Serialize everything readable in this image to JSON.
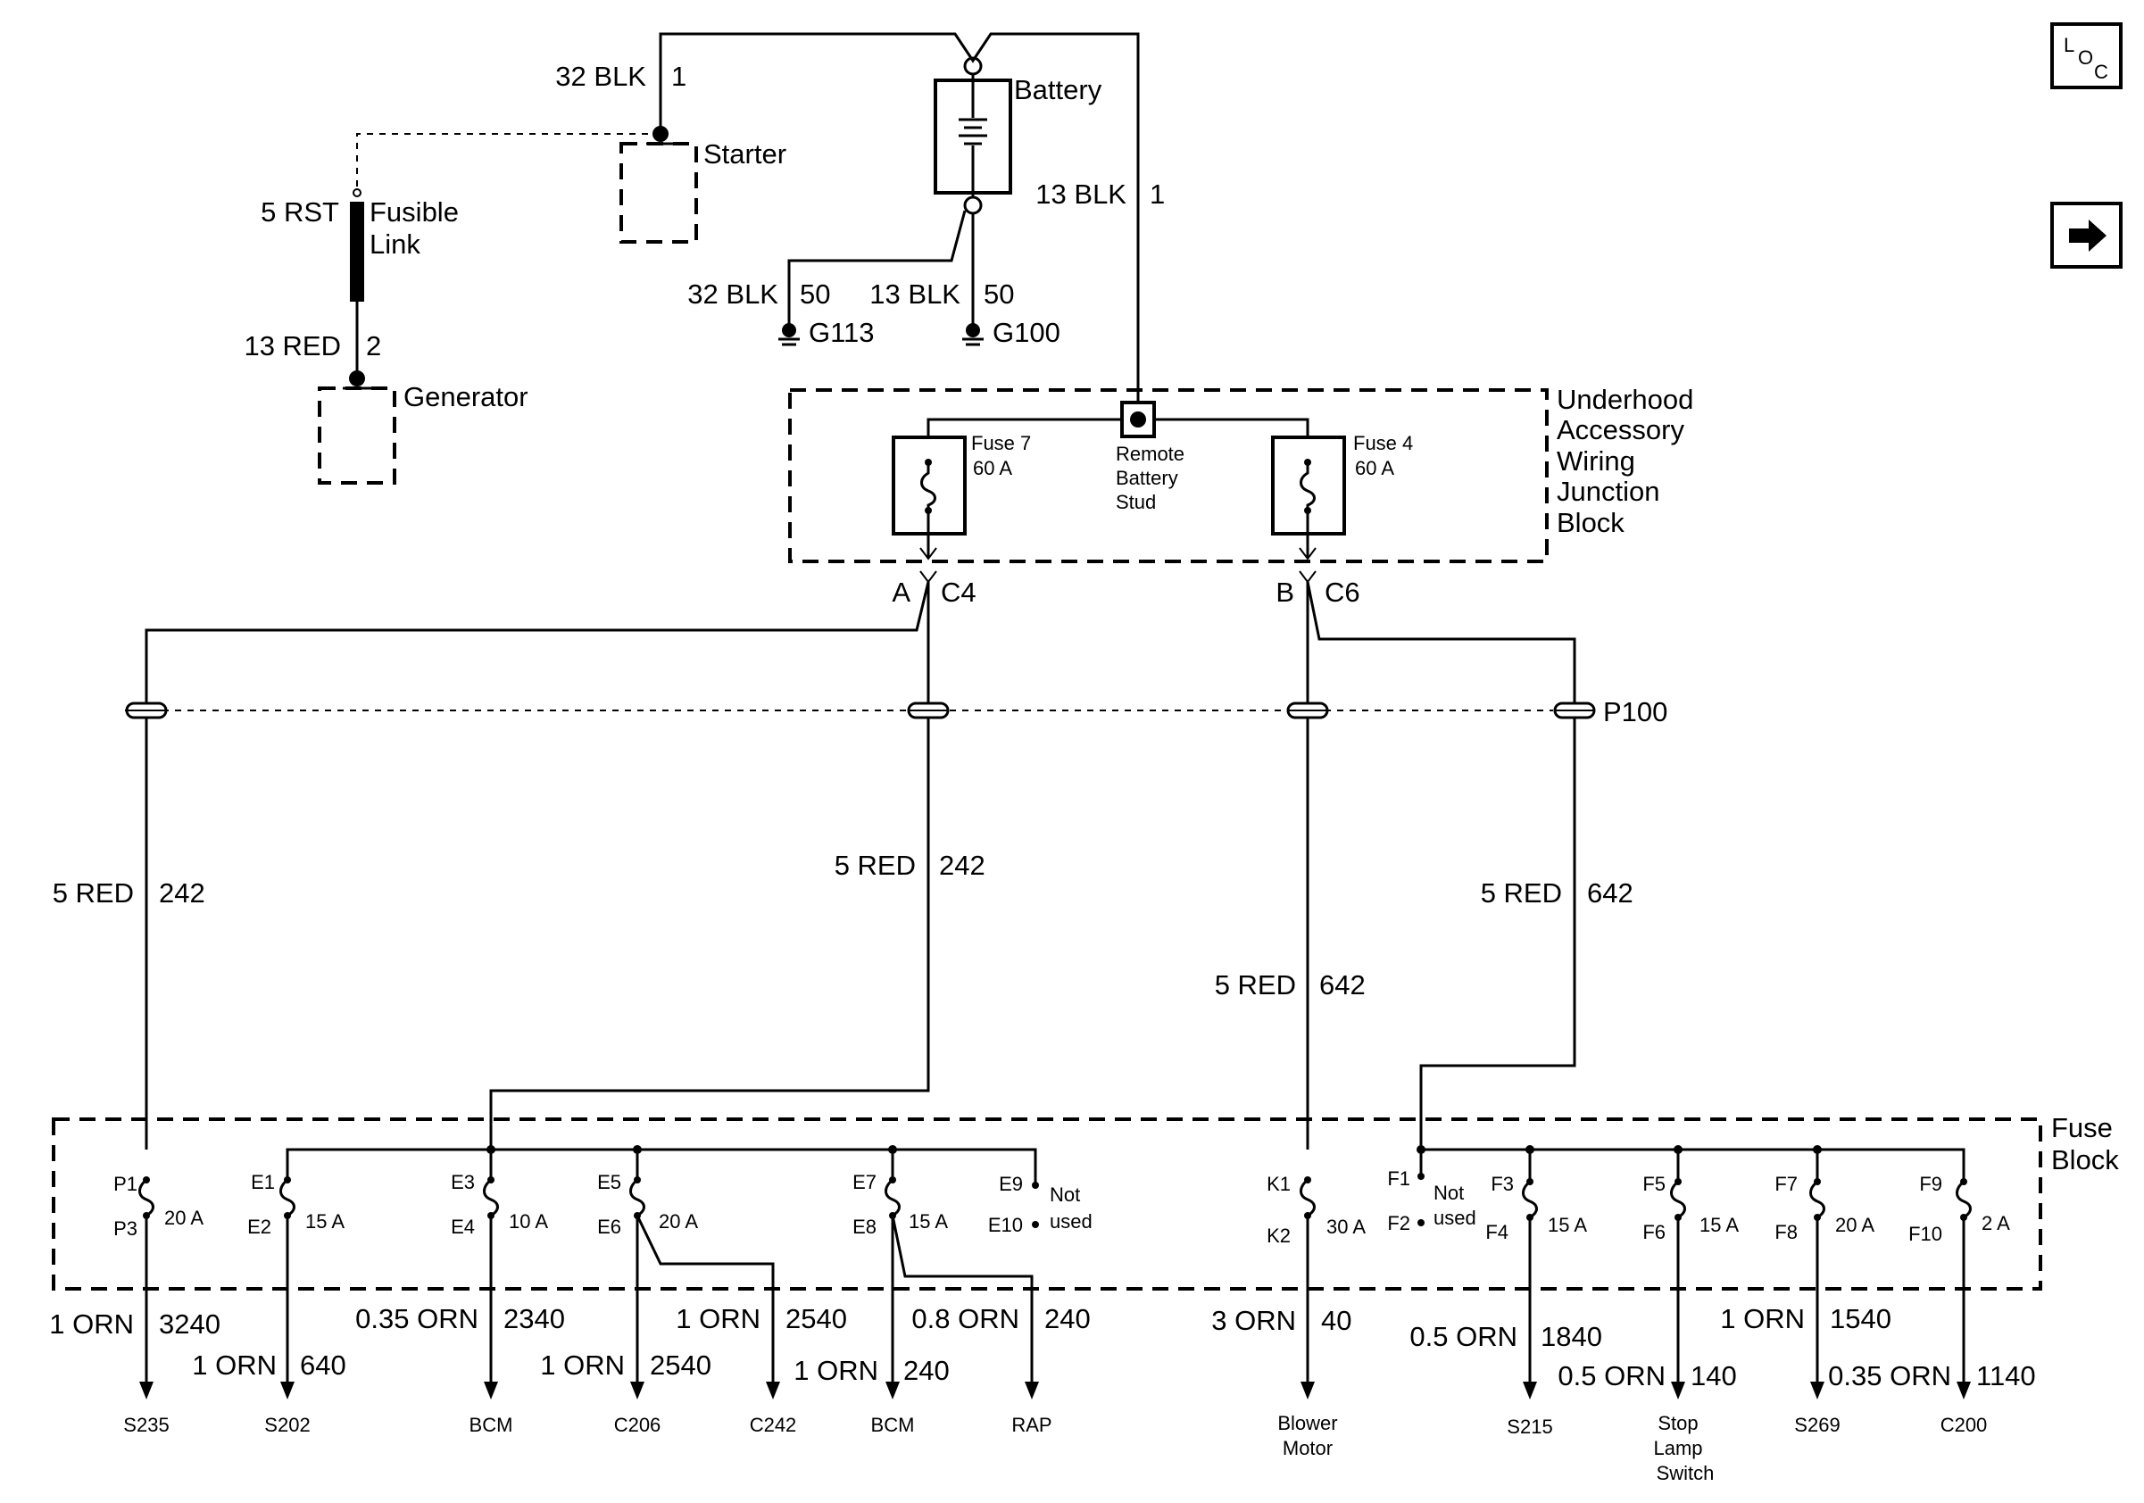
{
  "battery": {
    "label": "Battery"
  },
  "starter": {
    "label": "Starter"
  },
  "generator": {
    "label": "Generator"
  },
  "fusible_link": {
    "line1": "Fusible",
    "line2": "Link",
    "wire": "5 RST"
  },
  "wires_top": {
    "starter_feed": {
      "wire": "32 BLK",
      "pin": "1"
    },
    "junction_feed": {
      "wire": "13 BLK",
      "pin": "1"
    },
    "gen_feed": {
      "wire": "13 RED",
      "pin": "2"
    },
    "g113_feed": {
      "wire": "32 BLK",
      "circuit": "50"
    },
    "g100_feed": {
      "wire": "13 BLK",
      "circuit": "50"
    }
  },
  "grounds": {
    "g113": "G113",
    "g100": "G100"
  },
  "junction_block": {
    "title": [
      "Underhood",
      "Accessory",
      "Wiring",
      "Junction",
      "Block"
    ],
    "fuse7": {
      "name": "Fuse 7",
      "rating": "60 A"
    },
    "fuse4": {
      "name": "Fuse 4",
      "rating": "60 A"
    },
    "stud": [
      "Remote",
      "Battery",
      "Stud"
    ]
  },
  "connectors": {
    "a": "A",
    "c4": "C4",
    "b": "B",
    "c6": "C6",
    "p100": "P100"
  },
  "mid_wires": [
    {
      "wire": "5 RED",
      "circuit": "242"
    },
    {
      "wire": "5 RED",
      "circuit": "242"
    },
    {
      "wire": "5 RED",
      "circuit": "642"
    },
    {
      "wire": "5 RED",
      "circuit": "642"
    }
  ],
  "fuse_block": {
    "title": [
      "Fuse",
      "Block"
    ],
    "fuses": [
      {
        "top": "P1",
        "bottom": "P3",
        "rating": "20 A"
      },
      {
        "top": "E1",
        "bottom": "E2",
        "rating": "15 A"
      },
      {
        "top": "E3",
        "bottom": "E4",
        "rating": "10 A"
      },
      {
        "top": "E5",
        "bottom": "E6",
        "rating": "20 A"
      },
      {
        "top": "E7",
        "bottom": "E8",
        "rating": "15 A"
      },
      {
        "top": "E9",
        "bottom": "E10",
        "rating": "Not",
        "rating2": "used"
      },
      {
        "top": "K1",
        "bottom": "K2",
        "rating": "30 A"
      },
      {
        "top": "F1",
        "bottom": "F2",
        "rating": "Not",
        "rating2": "used"
      },
      {
        "top": "F3",
        "bottom": "F4",
        "rating": "15 A"
      },
      {
        "top": "F5",
        "bottom": "F6",
        "rating": "15 A"
      },
      {
        "top": "F7",
        "bottom": "F8",
        "rating": "20 A"
      },
      {
        "top": "F9",
        "bottom": "F10",
        "rating": "2 A"
      }
    ]
  },
  "outputs": [
    {
      "wire": "1 ORN",
      "circuit": "3240",
      "dest": "S235"
    },
    {
      "wire": "1 ORN",
      "circuit": "640",
      "dest": "S202"
    },
    {
      "wire": "0.35 ORN",
      "circuit": "2340",
      "dest": "BCM"
    },
    {
      "wire": "1 ORN",
      "circuit": "2540",
      "dest": "C206"
    },
    {
      "wire": "1 ORN",
      "circuit": "2540",
      "dest": "C242"
    },
    {
      "wire": "1 ORN",
      "circuit": "240",
      "dest": "BCM"
    },
    {
      "wire": "0.8 ORN",
      "circuit": "240",
      "dest": "RAP"
    },
    {
      "wire": "3 ORN",
      "circuit": "40",
      "dest": "Blower",
      "dest2": "Motor"
    },
    {
      "wire": "0.5 ORN",
      "circuit": "1840",
      "dest": "S215"
    },
    {
      "wire": "0.5 ORN",
      "circuit": "140",
      "dest": "Stop",
      "dest2": "Lamp",
      "dest3": "Switch"
    },
    {
      "wire": "1 ORN",
      "circuit": "1540",
      "dest": "S269"
    },
    {
      "wire": "0.35 ORN",
      "circuit": "1140",
      "dest": "C200"
    }
  ],
  "nav": {
    "loc": {
      "l": "L",
      "o": "O",
      "c": "C"
    }
  }
}
